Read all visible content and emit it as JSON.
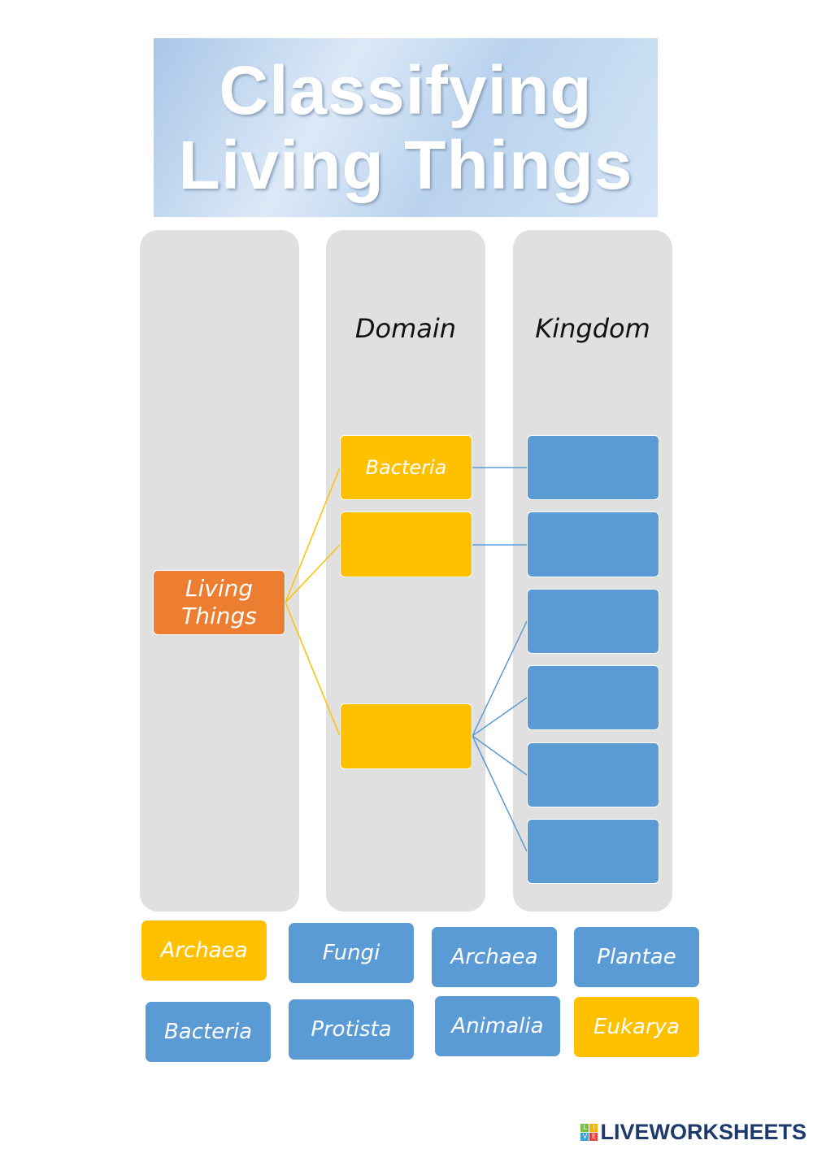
{
  "title": {
    "line1": "Classifying",
    "line2": "Living Things"
  },
  "columns": {
    "domain": "Domain",
    "kingdom": "Kingdom"
  },
  "root": "Living Things",
  "domain_boxes": [
    "Bacteria",
    "",
    ""
  ],
  "kingdom_boxes": [
    "",
    "",
    "",
    "",
    "",
    ""
  ],
  "tiles": [
    {
      "label": "Archaea",
      "color": "#ffc000"
    },
    {
      "label": "Fungi",
      "color": "#5b9bd5"
    },
    {
      "label": "Archaea",
      "color": "#5b9bd5"
    },
    {
      "label": "Plantae",
      "color": "#5b9bd5"
    },
    {
      "label": "Bacteria",
      "color": "#5b9bd5"
    },
    {
      "label": "Protista",
      "color": "#5b9bd5"
    },
    {
      "label": "Animalia",
      "color": "#5b9bd5"
    },
    {
      "label": "Eukarya",
      "color": "#ffc000"
    }
  ],
  "brand": {
    "name": "LIVEWORKSHEETS",
    "icon_letters": [
      "L",
      "I",
      "V",
      "E"
    ]
  }
}
